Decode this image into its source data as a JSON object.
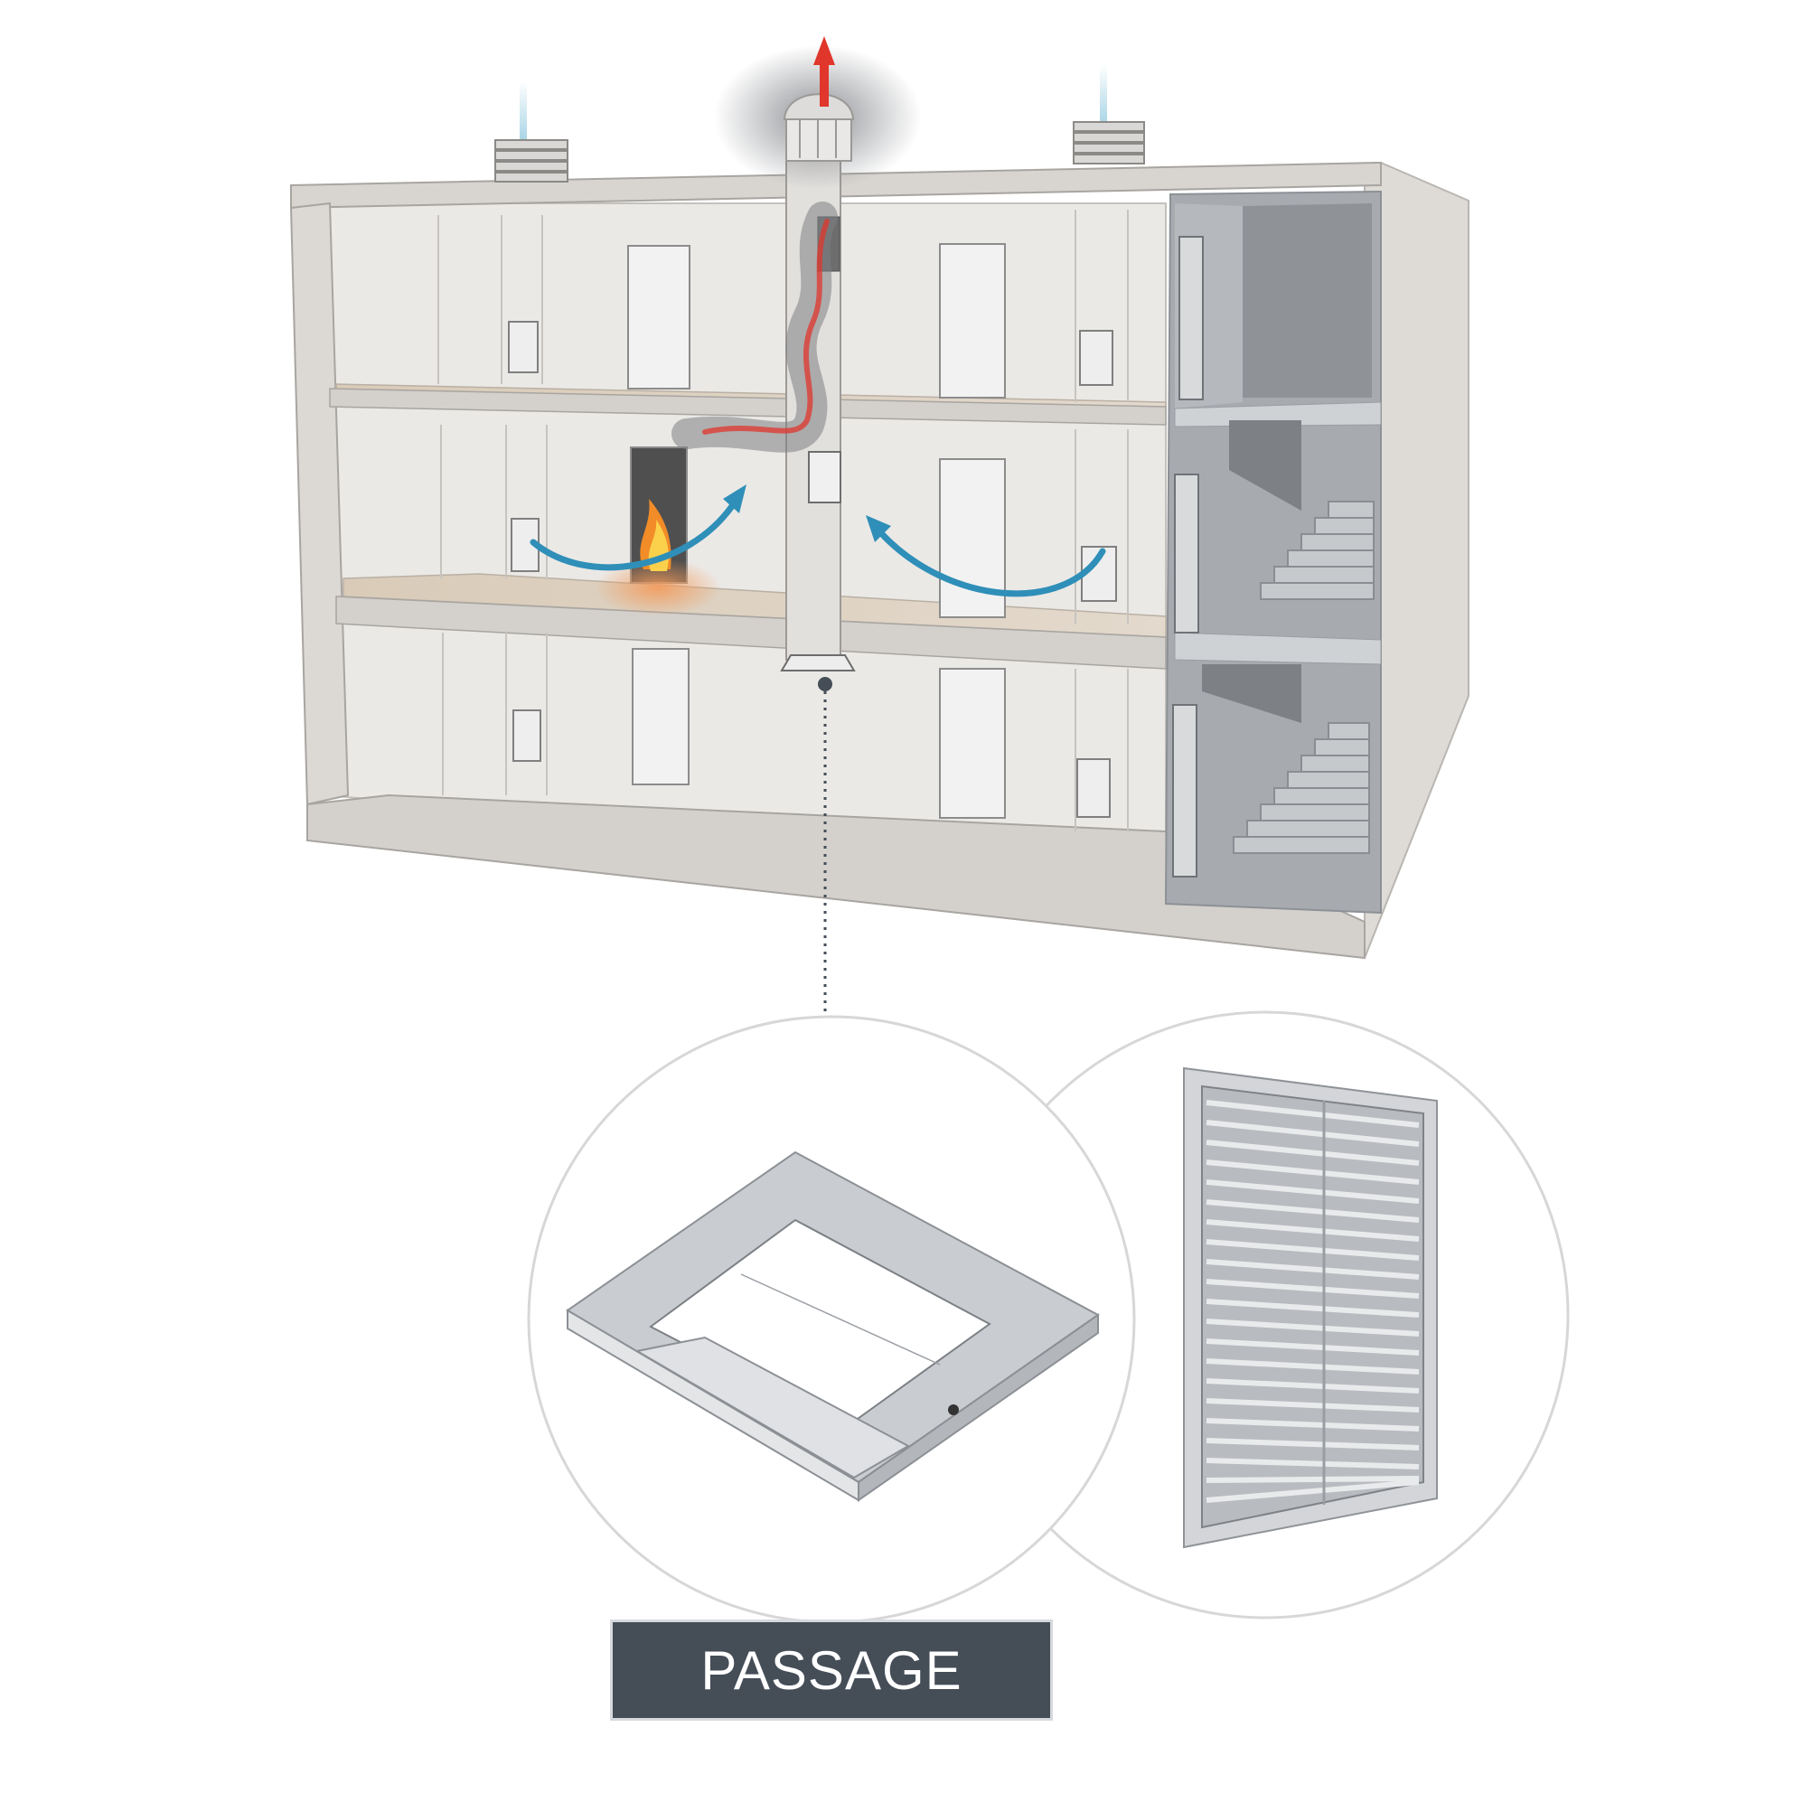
{
  "label": {
    "text": "PASSAGE"
  },
  "colors": {
    "smoke_exhaust_arrow": "#e0362c",
    "fresh_air_arrow": "#2f8fb8",
    "rooftop_air_stream": "#a9d5e6",
    "label_background": "#454d57",
    "label_text": "#ffffff",
    "floor_tint": "#d9cbb8",
    "wall": "#e6e4e1",
    "stairwell": "#9a9ea3"
  },
  "icons": {
    "fire": "fire-icon",
    "smoke_exhaust": "smoke-exhaust-arrow",
    "fresh_air": "fresh-air-arrow",
    "roof_exhaust_fan": "roof-exhaust-fan-icon",
    "roof_vent": "roof-vent-icon",
    "passage_damper": "passage-damper-icon",
    "wall_grille": "wall-grille-icon"
  },
  "building": {
    "floors": 3
  }
}
